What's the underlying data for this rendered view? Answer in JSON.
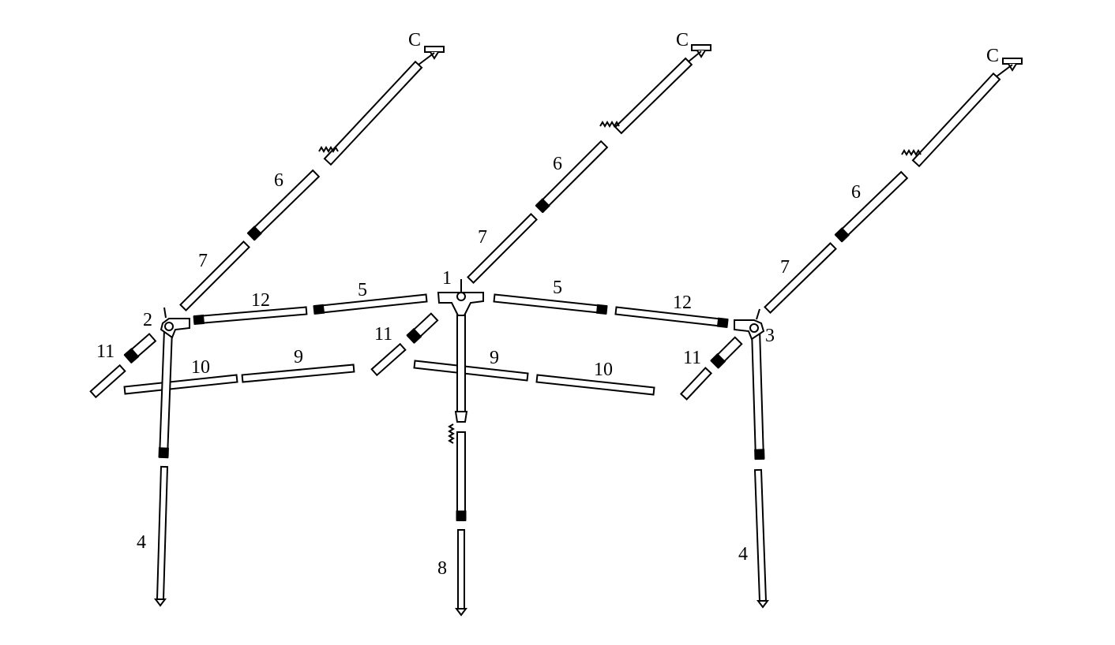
{
  "diagram": {
    "type": "awning frame exploded parts diagram",
    "labels": {
      "c_left": "C",
      "c_mid": "C",
      "c_right": "C",
      "p6_left": "6",
      "p6_mid": "6",
      "p6_right": "6",
      "p7_left": "7",
      "p7_mid": "7",
      "p7_right": "7",
      "p1": "1",
      "p2": "2",
      "p3": "3",
      "p12_left": "12",
      "p12_right": "12",
      "p5_left": "5",
      "p5_right": "5",
      "p11_left": "11",
      "p11_mid": "11",
      "p11_right": "11",
      "p10_left": "10",
      "p10_right": "10",
      "p9_left": "9",
      "p9_right": "9",
      "p4_left": "4",
      "p4_right": "4",
      "p8": "8"
    }
  }
}
